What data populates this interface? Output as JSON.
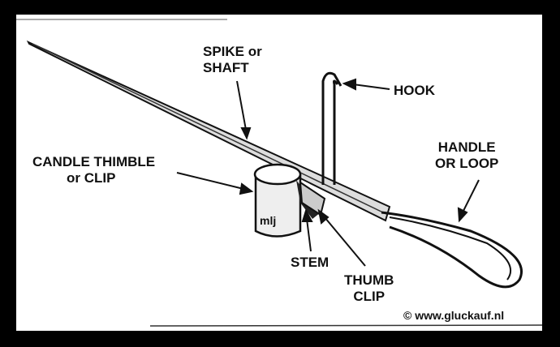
{
  "labels": {
    "spike": [
      "SPIKE or",
      "SHAFT"
    ],
    "hook": "HOOK",
    "handle": [
      "HANDLE",
      "OR LOOP"
    ],
    "thimble": [
      "CANDLE THIMBLE",
      "or CLIP"
    ],
    "stem": "STEM",
    "thumb_clip": [
      "THUMB",
      "CLIP"
    ],
    "mark": "mlj",
    "copyright": "© www.gluckauf.nl"
  }
}
